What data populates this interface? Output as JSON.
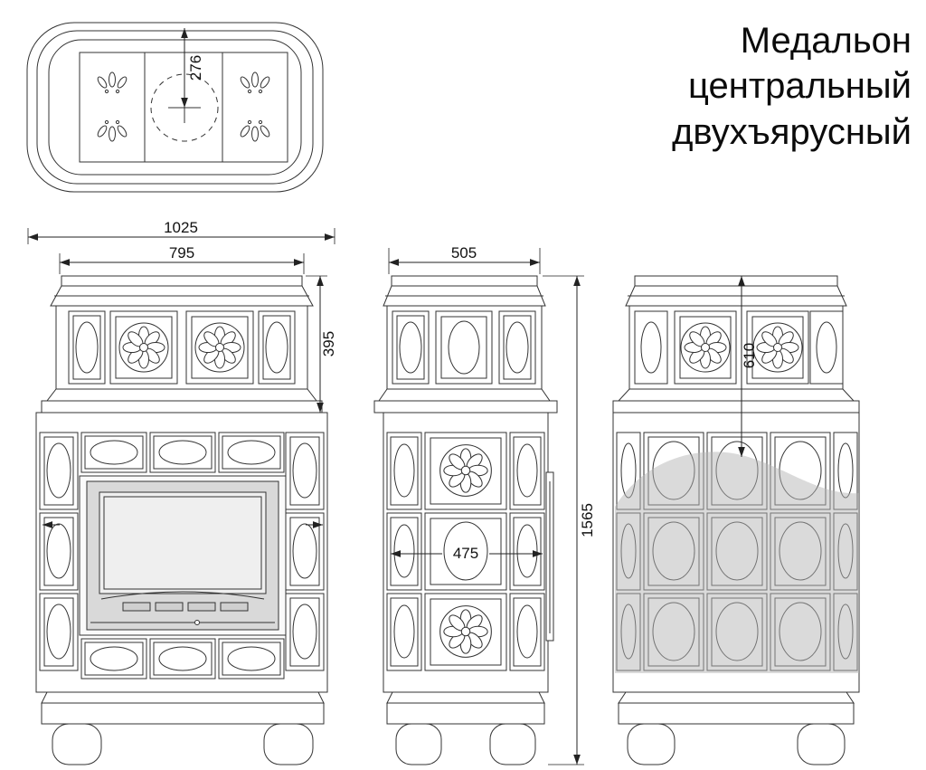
{
  "title": {
    "line1": "Медальон",
    "line2": "центральный",
    "line3": "двухъярусный"
  },
  "dimensions": {
    "plan_center_offset": "276",
    "front_overall_width": "1025",
    "front_crown_width": "795",
    "front_crown_height": "395",
    "side_depth": "505",
    "side_inner_depth": "475",
    "overall_height": "1565",
    "back_upper_tier_height": "610"
  },
  "colors": {
    "line": "#333333",
    "shading": "#b5b5b5",
    "background": "#ffffff"
  }
}
